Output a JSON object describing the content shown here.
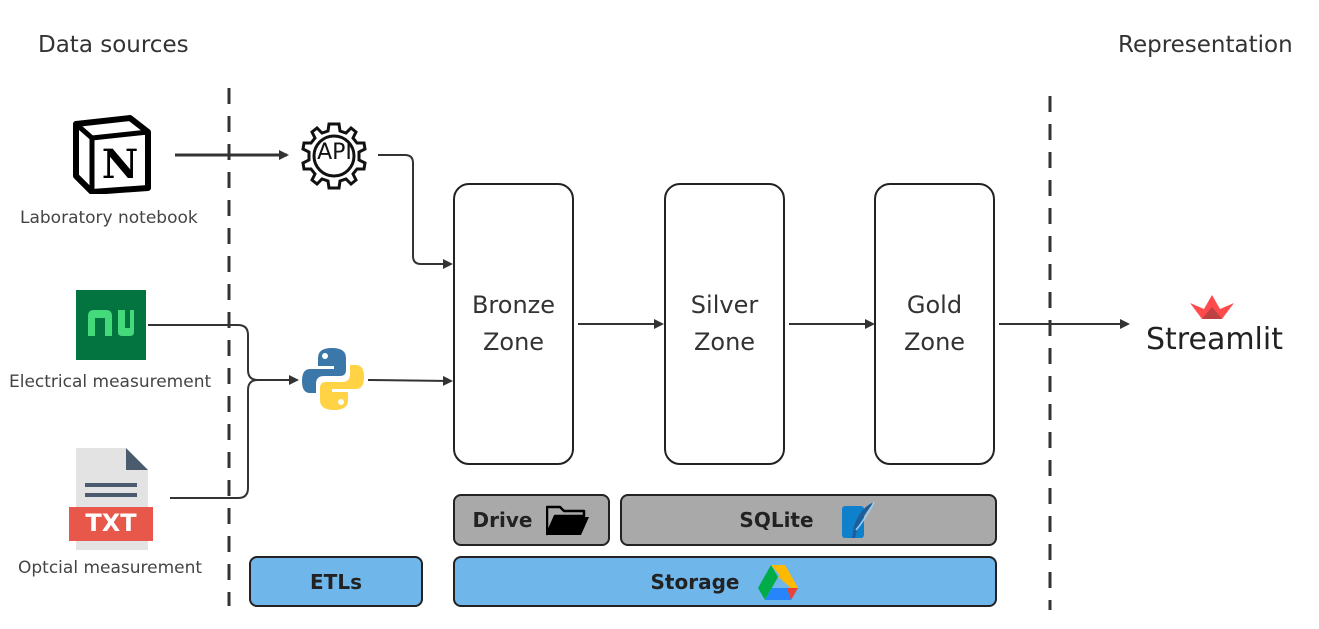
{
  "headings": {
    "left": "Data sources",
    "right": "Representation"
  },
  "sources": {
    "notion": {
      "caption": "Laboratory notebook"
    },
    "ni": {
      "caption": "Electrical measurement"
    },
    "txt": {
      "caption": "Optcial measurement",
      "badge": "TXT"
    }
  },
  "api_label": "API",
  "zones": [
    {
      "line1": "Bronze",
      "line2": "Zone"
    },
    {
      "line1": "Silver",
      "line2": "Zone"
    },
    {
      "line1": "Gold",
      "line2": "Zone"
    }
  ],
  "bars": {
    "drive": "Drive",
    "sqlite": "SQLite",
    "etls": "ETLs",
    "storage": "Storage"
  },
  "output": {
    "name": "Streamlit"
  },
  "colors": {
    "bar_gray": "#a9a9a9",
    "bar_blue": "#6fb6ea",
    "ni_green": "#03733f",
    "txt_red": "#e8584a",
    "streamlit_red": "#ff4b4b"
  },
  "icons": [
    "notion-icon",
    "ni-icon",
    "txt-file-icon",
    "api-gear-icon",
    "python-icon",
    "folder-icon",
    "sqlite-feather-icon",
    "google-drive-icon",
    "streamlit-crown-icon"
  ]
}
